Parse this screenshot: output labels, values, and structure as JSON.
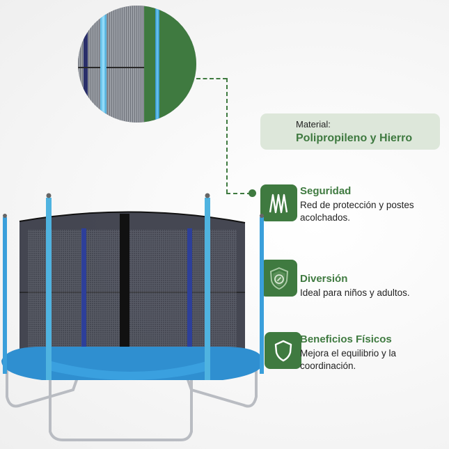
{
  "material": {
    "label": "Material:",
    "value": "Polipropileno y Hierro"
  },
  "features": [
    {
      "icon": "net-icon",
      "title": "Seguridad",
      "desc": "Red de protección y postes acolchados."
    },
    {
      "icon": "shield-badge-icon",
      "title": "Diversión",
      "desc": "Ideal para niños y adultos."
    },
    {
      "icon": "shield-icon",
      "title": "Beneficios Físicos",
      "desc": "Mejora el equilibrio y la coordinación."
    }
  ],
  "colors": {
    "brand_green": "#3f7a40",
    "card_bg": "#dde7da",
    "pad_blue": "#2f8fd0",
    "pole_blue": "#4fb3e0"
  }
}
